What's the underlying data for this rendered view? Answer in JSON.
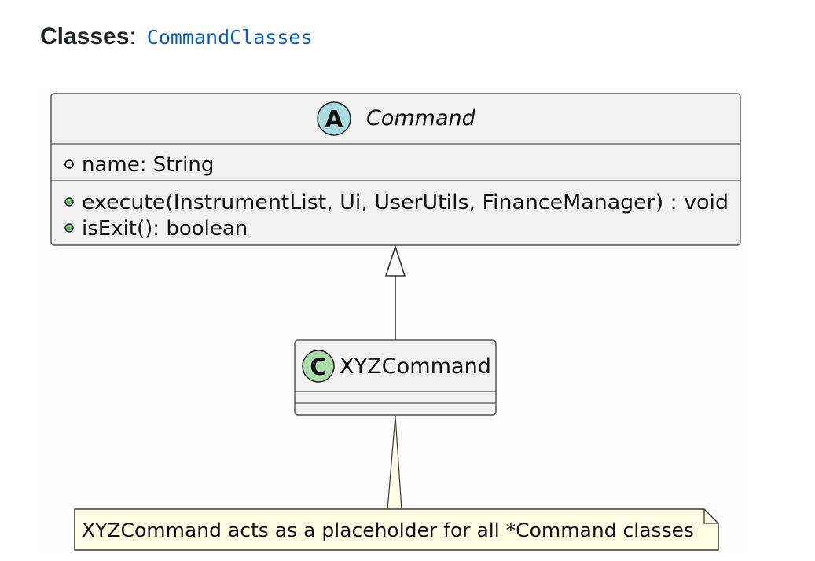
{
  "header": {
    "label": "Classes",
    "colon": ":",
    "link_text": "CommandClasses"
  },
  "diagram": {
    "abstract_class": {
      "stereotype_letter": "A",
      "name": "Command",
      "fields": [
        {
          "visibility": "public",
          "text": "name: String"
        }
      ],
      "methods": [
        {
          "visibility": "public",
          "text": "execute(InstrumentList, Ui, UserUtils, FinanceManager) : void"
        },
        {
          "visibility": "public",
          "text": "isExit(): boolean"
        }
      ]
    },
    "concrete_class": {
      "stereotype_letter": "C",
      "name": "XYZCommand"
    },
    "relationship": "inheritance",
    "note": {
      "text": "XYZCommand acts as a placeholder for all *Command classes"
    },
    "colors": {
      "class_fill": "#f1f1f1",
      "class_border": "#555555",
      "abstract_badge": "#a9dcdf",
      "class_badge": "#addbae",
      "note_fill": "#fefee4",
      "note_border": "#3a3a3a",
      "field_bullet_hollow": "#000000",
      "method_bullet": "#84be84"
    }
  }
}
